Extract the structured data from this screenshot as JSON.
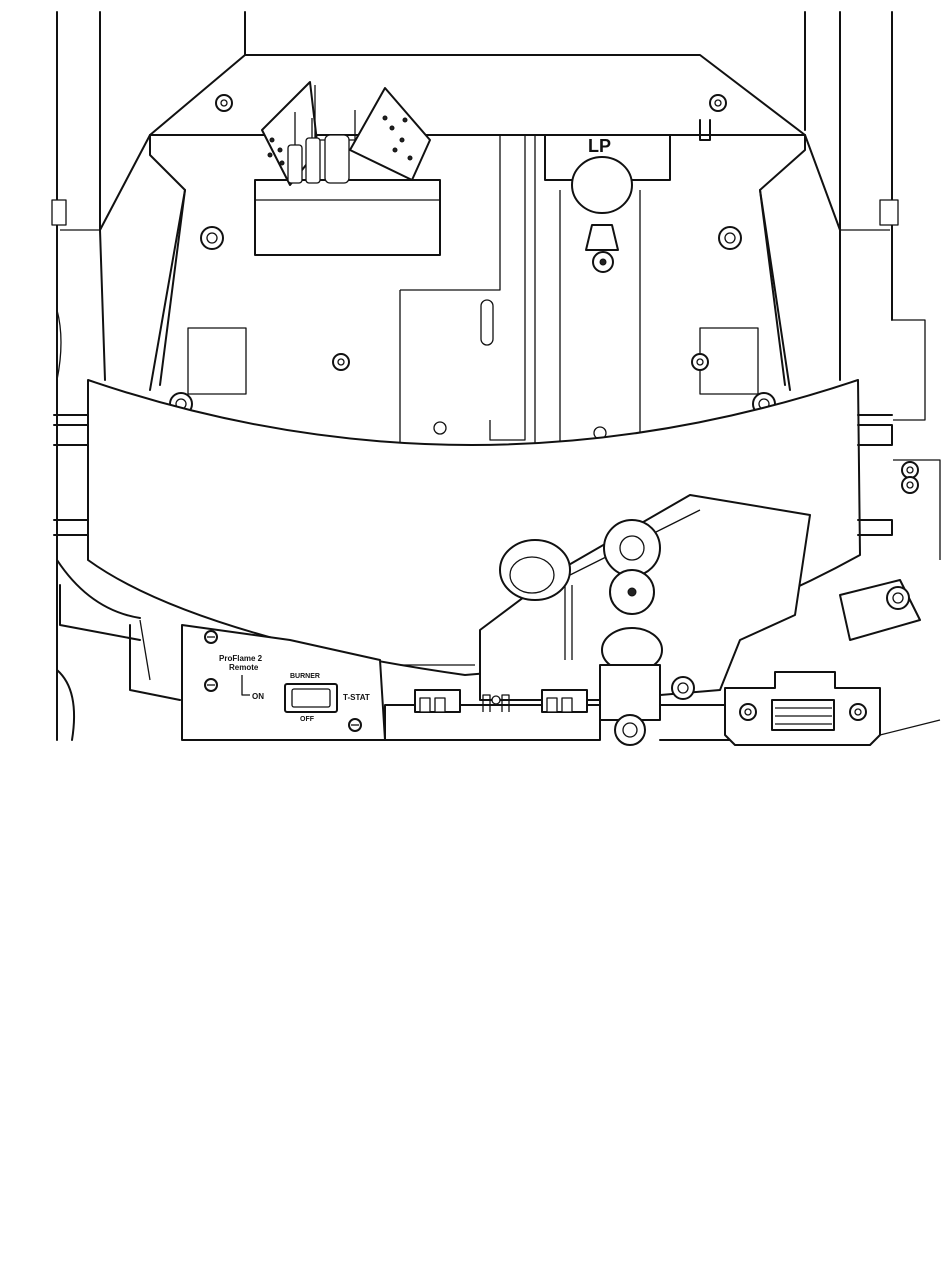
{
  "diagram": {
    "labels": {
      "lp_marking": "LP",
      "remote_line1": "ProFlame 2",
      "remote_line2": "Remote",
      "switch_top": "BURNER",
      "switch_left": "ON",
      "switch_right": "T-STAT",
      "switch_bottom": "OFF"
    },
    "colors": {
      "line": "#111111",
      "background": "#ffffff"
    }
  }
}
